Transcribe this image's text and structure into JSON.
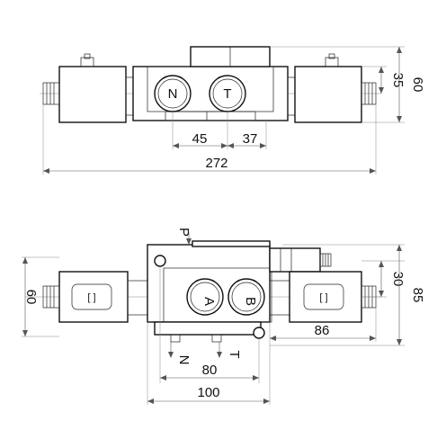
{
  "top_view": {
    "ports": [
      "N",
      "T"
    ],
    "dimensions": {
      "height_inner": "35",
      "height_outer": "60",
      "left_port_spacing": "45",
      "right_port_spacing": "37",
      "total_width": "272"
    }
  },
  "bottom_view": {
    "ports": [
      "A",
      "B"
    ],
    "port_labels": {
      "pressure": "P",
      "neutral": "N",
      "tank": "T"
    },
    "dimensions": {
      "left_height": "60",
      "right_inner": "30",
      "right_outer": "85",
      "solenoid_width": "86",
      "mount_spacing": "80",
      "body_width": "100"
    }
  }
}
